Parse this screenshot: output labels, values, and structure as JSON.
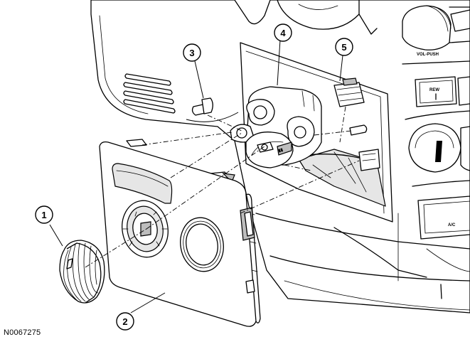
{
  "figure": {
    "reference_code": "N0067275",
    "callouts": [
      {
        "label": "1"
      },
      {
        "label": "2"
      },
      {
        "label": "3"
      },
      {
        "label": "4"
      },
      {
        "label": "5"
      }
    ],
    "dash_labels": {
      "vol_push": "VOL-PUSH",
      "rew": "REW",
      "ac": "A/C"
    }
  }
}
